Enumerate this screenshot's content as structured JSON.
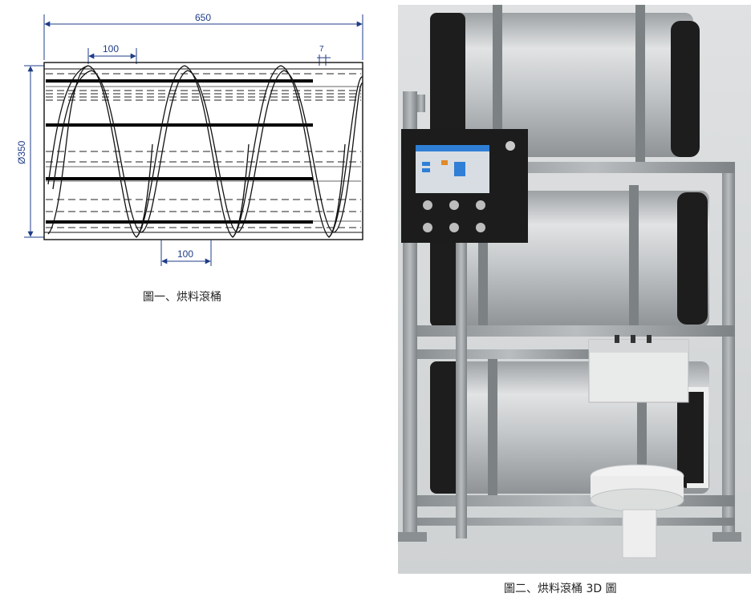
{
  "figure1": {
    "caption": "圖一、烘料滾桶",
    "dim_total_width": "650",
    "dim_pitch_top": "100",
    "dim_pitch_bottom": "100",
    "dim_diameter": "Ø350",
    "dim_small": "7",
    "colors": {
      "dimension": "#1f3c88",
      "line": "#111111"
    }
  },
  "figure2": {
    "caption": "圖二、烘料滾桶 3D 圖",
    "colors": {
      "frame": "#9ea3a6",
      "drum": "#c7cacc",
      "band": "#2b2b2b",
      "panel": "#1c1c1c",
      "screen": "#2f7fd6",
      "background": "#e4e6e7"
    }
  }
}
